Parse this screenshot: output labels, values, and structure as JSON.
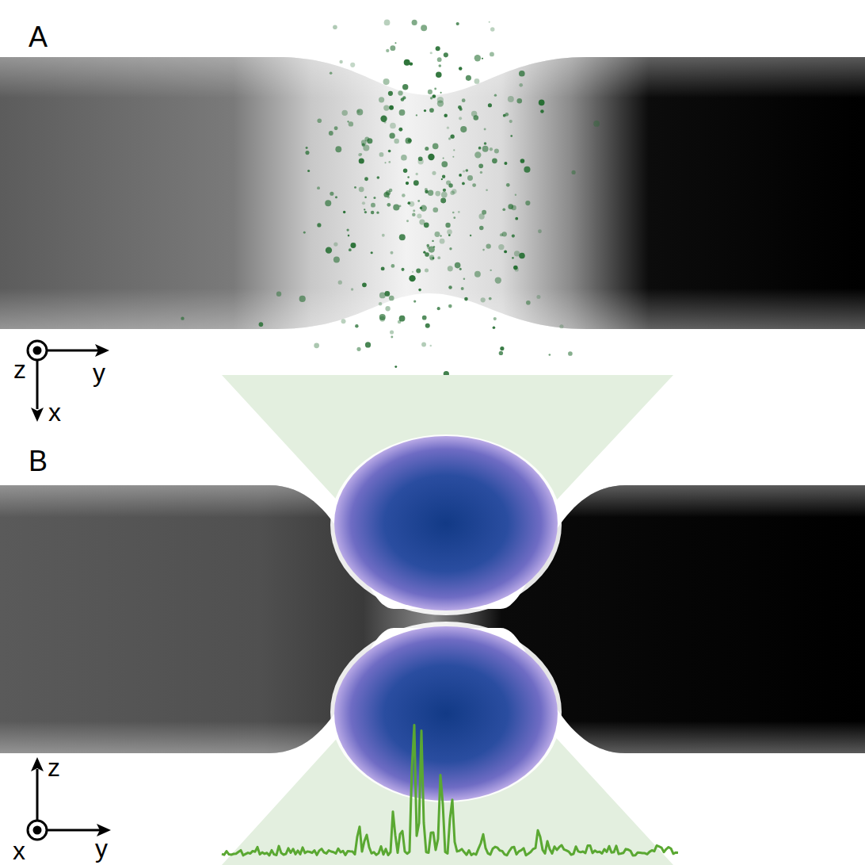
{
  "diagram": {
    "labels": [
      "A",
      "z",
      "y",
      "x",
      "B",
      "z",
      "x",
      "y"
    ]
  }
}
